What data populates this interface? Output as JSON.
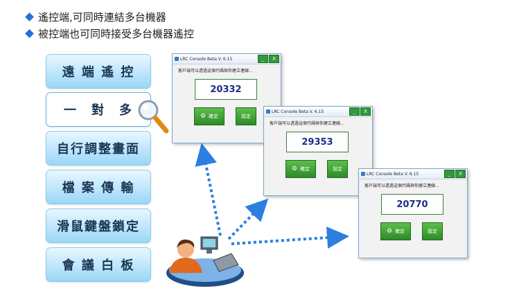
{
  "bullets": [
    "遙控端,可同時連結多台機器",
    "被控端也可同時接受多台機器遙控"
  ],
  "menu": [
    {
      "label": "遠 端 遙 控",
      "active": false
    },
    {
      "label": "一　對　多",
      "active": true
    },
    {
      "label": "自行調整畫面",
      "active": false
    },
    {
      "label": "檔 案 傳 輸",
      "active": false
    },
    {
      "label": "滑鼠鍵盤鎖定",
      "active": false
    },
    {
      "label": "會 議 白 板",
      "active": false
    }
  ],
  "dialogs": [
    {
      "title": "LRC Console Beta V. 6.15",
      "message": "客戶端可以透過這個代碼與你建立連線...",
      "code": "20332",
      "ok_label": "確定",
      "settings_label": "設定",
      "minimize": "_",
      "close": "X"
    },
    {
      "title": "LRC Console Beta V. 6.15",
      "message": "客戶端可以透過這個代碼與你建立連線...",
      "code": "29353",
      "ok_label": "確定",
      "settings_label": "設定",
      "minimize": "_",
      "close": "X"
    },
    {
      "title": "LRC Console Beta V. 6.15",
      "message": "客戶端可以透過這個代碼與你建立連線...",
      "code": "20770",
      "ok_label": "確定",
      "settings_label": "設定",
      "minimize": "_",
      "close": "X"
    }
  ],
  "colors": {
    "accent": "#1e73d8",
    "arrow": "#2a7fe0",
    "button_green": "#2e8a2a"
  }
}
